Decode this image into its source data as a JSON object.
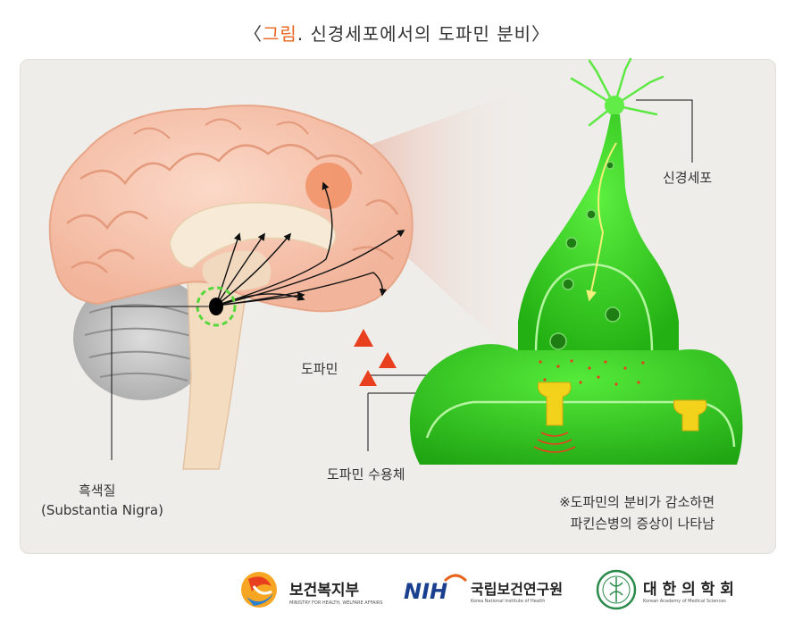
{
  "title": {
    "open": "〈",
    "accent": "그림",
    "rest": ". 신경세포에서의 도파민 분비",
    "close": "〉"
  },
  "labels": {
    "neuron": "신경세포",
    "dopamine": "도파민",
    "receptor": "도파민 수용체",
    "substantia_ko": "흑색질",
    "substantia_en": "(Substantia Nigra)"
  },
  "note": {
    "line1": "※도파민의 분비가 감소하면",
    "line2": "파킨슨병의 증상이 나타남"
  },
  "footer": {
    "mohw": "보건복지부",
    "mohw_sub": "MINISTRY FOR HEALTH, WELFARE AFFAIRS",
    "nih_mark": "NIH",
    "nih": "국립보건연구원",
    "nih_sub": "Korea National Institute of Health",
    "kams": "대 한 의 학 회",
    "kams_sub": "Korean Academy of Medical Sciences"
  },
  "colors": {
    "accent": "#e8641e",
    "neuron_green": "#39d42a",
    "dopamine_red": "#e8401e",
    "receptor_yellow": "#f2d21b",
    "brain_pink": "#f7c3ae"
  },
  "icons": [
    "mohw-logo-icon",
    "nih-logo-icon",
    "kams-seal-icon"
  ]
}
